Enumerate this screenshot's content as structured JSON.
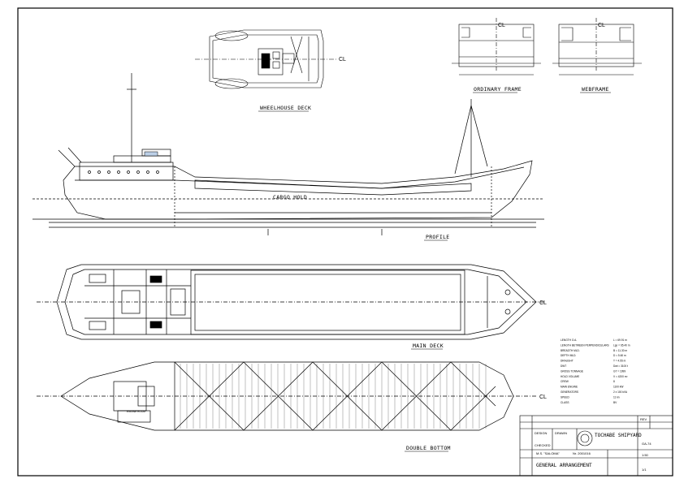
{
  "views": {
    "wheelhouse_deck": "WHEELHOUSE DECK",
    "ordinary_frame": "ORDINARY FRAME",
    "webframe": "WEBFRAME",
    "profile": "PROFILE",
    "main_deck": "MAIN DECK",
    "double_bottom": "DOUBLE BOTTOM"
  },
  "centerline_label": "CL",
  "cargo_hold_label": "CARGO HOLD",
  "engine_room_label": "ENGINE ROOM",
  "particulars": [
    {
      "label": "LENGTH O.A.",
      "value": "L = 69.91 m"
    },
    {
      "label": "LENGTH BETWEEN PERPENDICULARS",
      "value": "Lpp = 65.40 m"
    },
    {
      "label": "BREADTH MLD.",
      "value": "B = 11.30 m"
    },
    {
      "label": "DEPTH MLD.",
      "value": "D = 5.60 m"
    },
    {
      "label": "DRAUGHT",
      "value": "T = 4.55 m"
    },
    {
      "label": "DWT",
      "value": "Dwt = 3100 t"
    },
    {
      "label": "GROSS TONNAGE",
      "value": "GT = 1999"
    },
    {
      "label": "HOLD VOLUME",
      "value": "V = 4200 m³"
    },
    {
      "label": "CREW",
      "value": "8"
    },
    {
      "label": "MAIN ENGINE",
      "value": "1100 kW"
    },
    {
      "label": "GENERATORS",
      "value": "2 x 100 kVA"
    },
    {
      "label": "SPEED",
      "value": "11 kn"
    },
    {
      "label": "CLASS",
      "value": "BV"
    }
  ],
  "title_block": {
    "shipyard": "TOCHABE SHIPYARD",
    "vessel": "M.S. \"SALOMA\"",
    "project_no": "Nr. 2001016",
    "drawing_title": "GENERAL ARRANGEMENT",
    "drawing_no": "GA-74",
    "scale": "1:50",
    "sheet": "1/1",
    "hdr1": "DESIGN",
    "hdr2": "DRAWN",
    "hdr3": "CHECKED",
    "rev": "REV"
  },
  "colors": {
    "line": "#000000",
    "paper": "#ffffff"
  }
}
